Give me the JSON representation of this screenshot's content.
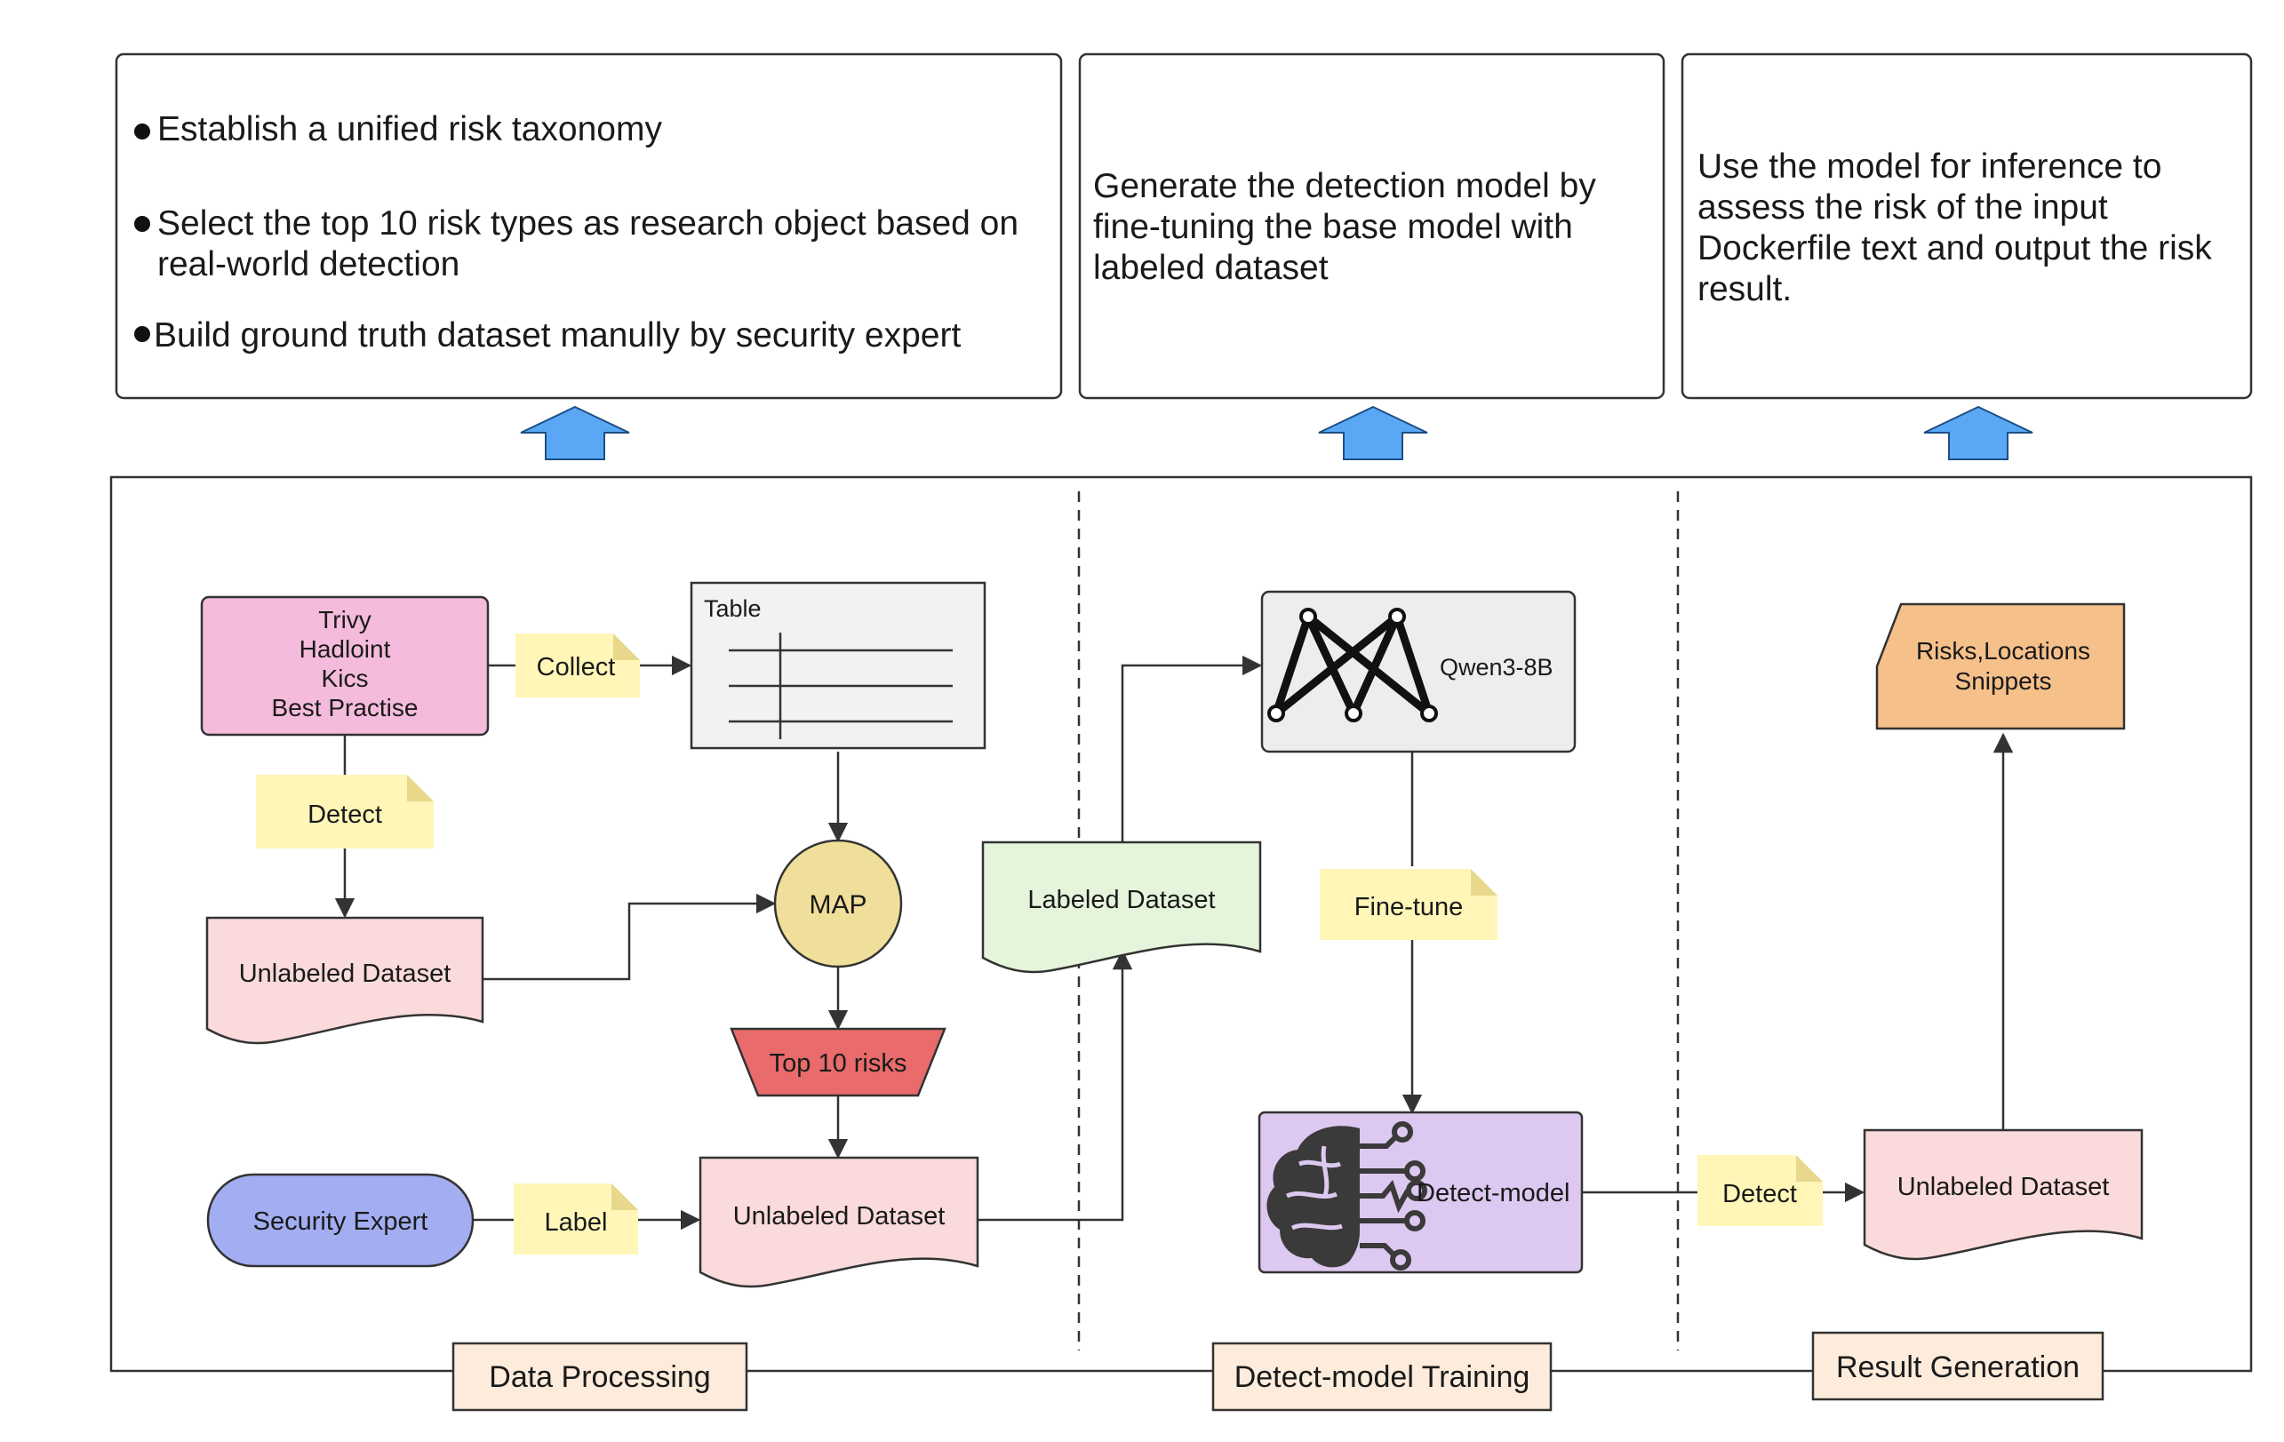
{
  "top_boxes": {
    "data_processing": {
      "bullets": [
        {
          "lines": [
            "Establish a unified risk taxonomy"
          ]
        },
        {
          "lines": [
            "Select the top 10 risk types as research object based on",
            "real-world detection"
          ]
        },
        {
          "lines": [
            "Build ground truth dataset manully by security expert"
          ]
        }
      ]
    },
    "training": {
      "lines": [
        "Generate the detection model  by",
        "fine-tuning the base model with",
        "labeled dataset"
      ]
    },
    "result": {
      "lines": [
        "Use the model for inference to",
        "assess the risk of the input",
        "Dockerfile text and output the risk",
        "result."
      ]
    }
  },
  "nodes": {
    "tools": {
      "lines": [
        "Trivy",
        "Hadloint",
        "Kics",
        "Best Practise"
      ],
      "color": "#f5bbdc"
    },
    "collect_note": "Collect",
    "table": {
      "title": "Table",
      "color": "#f2f2f2"
    },
    "detect_note_1": "Detect",
    "unlabeled_1": "Unlabeled Dataset",
    "map": "MAP",
    "top10": "Top 10 risks",
    "security_expert": "Security Expert",
    "label_note": "Label",
    "unlabeled_2": "Unlabeled Dataset",
    "labeled": "Labeled Dataset",
    "qwen": "Qwen3-8B",
    "finetune_note": "Fine-tune",
    "detect_model": "Detect-model",
    "detect_note_2": "Detect",
    "unlabeled_3": "Unlabeled Dataset",
    "risks": {
      "lines": [
        "Risks,Locations",
        "Snippets"
      ]
    }
  },
  "sections": {
    "data_processing": "Data Processing",
    "training": "Detect-model Training",
    "result": "Result Generation"
  },
  "colors": {
    "note": "#fff6b8",
    "doc_pink": "#fadada",
    "doc_green": "#e5f5dc",
    "map": "#f0df9a",
    "top10": "#e96b6b",
    "expert": "#a3adf2",
    "model_gray": "#efedec",
    "detect_model": "#dcc8f0",
    "risks": "#f6c08a",
    "section_label": "#fdebdb",
    "arrow_blue": "#5aa8f5"
  }
}
